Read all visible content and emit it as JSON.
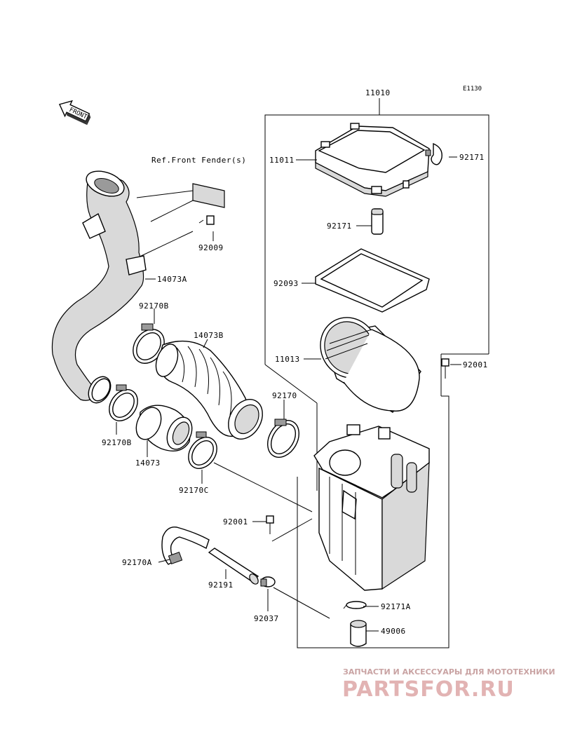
{
  "diagram_code": "E1130",
  "front_label": "FRONT",
  "ref_note": "Ref.Front Fender(s)",
  "labels": {
    "p11010": "11010",
    "p11011": "11011",
    "p92171_top": "92171",
    "p92171_mid": "92171",
    "p92093": "92093",
    "p11013": "11013",
    "p92001_right": "92001",
    "p92009": "92009",
    "p14073A": "14073A",
    "p92170B_top": "92170B",
    "p14073B": "14073B",
    "p92170": "92170",
    "p92170B_bottom": "92170B",
    "p14073": "14073",
    "p92170C": "92170C",
    "p92001_left": "92001",
    "p92170A": "92170A",
    "p92191": "92191",
    "p92037": "92037",
    "p92171A": "92171A",
    "p49006": "49006"
  },
  "watermark": {
    "tagline": "ЗАПЧАСТИ И АКСЕССУАРЫ ДЛЯ МОТОТЕХНИКИ",
    "brand": "PARTSFOR.RU"
  }
}
